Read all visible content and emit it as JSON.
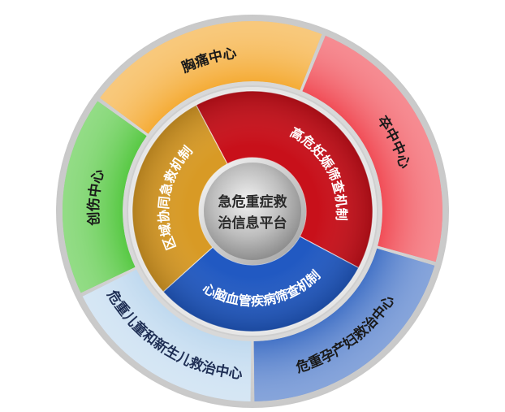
{
  "center": {
    "line1": "急危重症救",
    "line2": "治信息平台"
  },
  "inner_ring": [
    {
      "label": "高危妊娠筛查机制",
      "color": "#c8101a"
    },
    {
      "label": "心脑血管疾病筛查机制",
      "color": "#2159c2"
    },
    {
      "label": "区域协同急救机制",
      "color": "#d89a25"
    }
  ],
  "outer_ring": [
    {
      "label": "卒中中心",
      "color": "#f0444e"
    },
    {
      "label": "危重孕产妇救治中心",
      "color": "#3b6cc4"
    },
    {
      "label": "危重儿童和新生儿救治中心",
      "color": "#bcd7ee"
    },
    {
      "label": "创伤中心",
      "color": "#4fc63a"
    },
    {
      "label": "胸痛中心",
      "color": "#f4a72b"
    }
  ]
}
